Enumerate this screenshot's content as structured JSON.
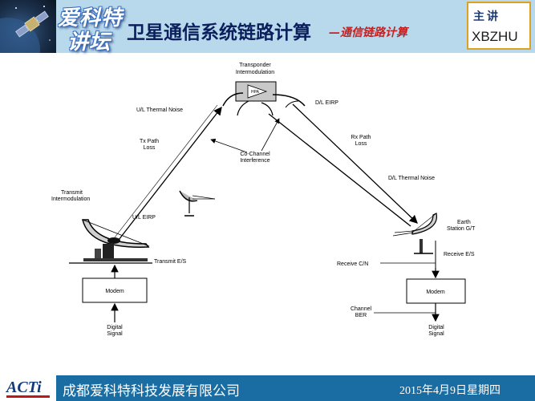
{
  "header": {
    "logo_line1": "爱科特",
    "logo_line2": "讲坛",
    "title_main": "卫星通信系统链路计算",
    "title_sub": "—通信链路计算",
    "presenter_label": "主讲",
    "presenter_name": "XBZHU"
  },
  "diagram": {
    "transponder_label_1": "Transponder",
    "transponder_label_2": "Intermodulation",
    "hpa_label": "HPA",
    "ul_thermal_noise": "U/L Thermal Noise",
    "dl_eirp": "D/L EIRP",
    "tx_path_loss_1": "Tx Path",
    "tx_path_loss_2": "Loss",
    "rx_path_loss_1": "Rx Path",
    "rx_path_loss_2": "Loss",
    "co_channel_1": "Co-Channel",
    "co_channel_2": "Interference",
    "dl_thermal_noise": "D/L Thermal Noise",
    "transmit_intermod_1": "Transmit",
    "transmit_intermod_2": "Intermodulation",
    "ul_eirp": "U/L EIRP",
    "earth_station_gt_1": "Earth",
    "earth_station_gt_2": "Station G/T",
    "transmit_es": "Transmit E/S",
    "receive_cn": "Receive C/N",
    "receive_es": "Receive E/S",
    "modem_left": "Modem",
    "modem_right": "Modem",
    "channel_ber_1": "Channel",
    "channel_ber_2": "BER",
    "digital_signal_left_1": "Digital",
    "digital_signal_left_2": "Signal",
    "digital_signal_right_1": "Digital",
    "digital_signal_right_2": "Signal"
  },
  "footer": {
    "logo_text": "ACTi",
    "company": "成都爱科特科技发展有限公司",
    "date": "2015年4月9日星期四"
  }
}
